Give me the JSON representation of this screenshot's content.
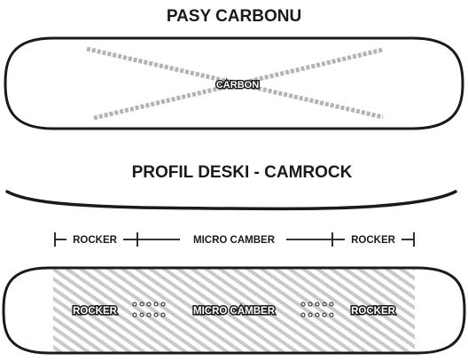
{
  "carbon_section": {
    "title": "PASY CARBONU",
    "board_label": "CARBON"
  },
  "profile_section": {
    "title": "PROFIL DESKI - CAMROCK",
    "zones": [
      "ROCKER",
      "MICRO CAMBER",
      "ROCKER"
    ]
  },
  "colors": {
    "outline": "#1a1a1a",
    "carbon_stripe": "#b3b3b3",
    "hatch": "#c9c9c9"
  }
}
